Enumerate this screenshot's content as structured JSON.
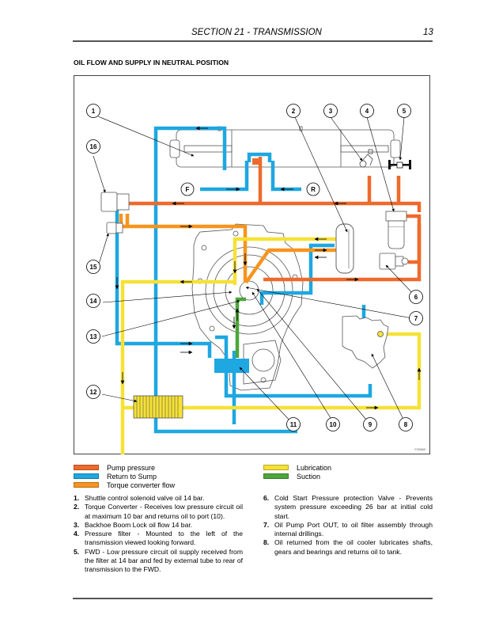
{
  "header": {
    "title": "SECTION 21 - TRANSMISSION",
    "page_number": "13"
  },
  "section_heading": "OIL FLOW AND SUPPLY IN NEUTRAL POSITION",
  "figure": {
    "reference_code": "F20660",
    "port_labels": {
      "forward": "F",
      "reverse": "R"
    },
    "callouts": [
      "1",
      "2",
      "3",
      "4",
      "5",
      "6",
      "7",
      "8",
      "9",
      "10",
      "11",
      "12",
      "13",
      "14",
      "15",
      "16"
    ],
    "colors": {
      "pump_pressure": "#EE6A2C",
      "return_to_sump": "#1EA7E1",
      "torque_converter_flow": "#F7941D",
      "lubrication": "#F6E135",
      "suction": "#4CA63A"
    }
  },
  "legend": {
    "left": [
      {
        "label": "Pump pressure",
        "color": "#EE6A2C"
      },
      {
        "label": "Return to Sump",
        "color": "#1EA7E1"
      },
      {
        "label": "Torque converter flow",
        "color": "#F7941D"
      }
    ],
    "right": [
      {
        "label": "Lubrication",
        "color": "#F6E135"
      },
      {
        "label": "Suction",
        "color": "#4CA63A"
      }
    ]
  },
  "notes": {
    "left": [
      {
        "num": "1.",
        "text": "Shuttle control solenoid valve oil 14 bar."
      },
      {
        "num": "2.",
        "text": "Torque Converter - Receives low pressure circuit oil at maximum 10 bar and returns oil to port (10)."
      },
      {
        "num": "3.",
        "text": "Backhoe Boom Lock oil flow 14 bar."
      },
      {
        "num": "4.",
        "text": "Pressure filter - Mounted to the left of the transmission viewed looking forward."
      },
      {
        "num": "5.",
        "text": "FWD - Low pressure circuit oil supply received from the filter at 14 bar and fed by external tube to rear of transmission to the FWD."
      }
    ],
    "right": [
      {
        "num": "6.",
        "text": "Cold Start Pressure protection Valve - Prevents system pressure exceeding 26 bar at initial cold start."
      },
      {
        "num": "7.",
        "text": "Oil Pump Port OUT, to oil filter assembly through internal drillings."
      },
      {
        "num": "8.",
        "text": "Oil returned from the oil cooler lubricates shafts, gears and bearings and returns oil to tank."
      }
    ]
  }
}
